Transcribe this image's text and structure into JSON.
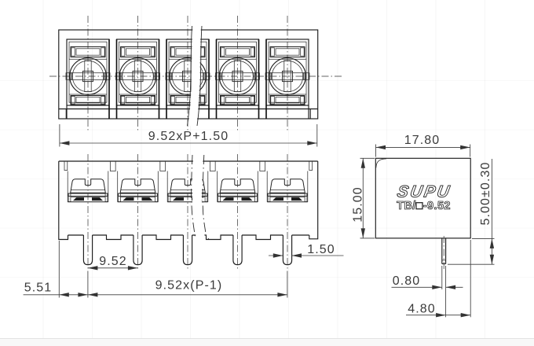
{
  "page": {
    "background": "#ffffff",
    "footer_bg": "#f8f8f8",
    "footer_border": "#e2e2e2",
    "line_color": "#1c1c1c",
    "dim_text_color": "#3a3a3a"
  },
  "drawing": {
    "brand": "SUPU",
    "model": "TB/□-9.52",
    "dimensions": {
      "overall_width": "9.52xP+1.50",
      "pin_pitch": "9.52",
      "pitch_span": "9.52x(P-1)",
      "left_pin_offset": "5.51",
      "pin_width": "1.50",
      "side_width": "17.80",
      "side_height": "15.00",
      "pin_length": "5.00±0.30",
      "pin_thickness": "0.80",
      "pin_to_edge": "4.80"
    }
  }
}
